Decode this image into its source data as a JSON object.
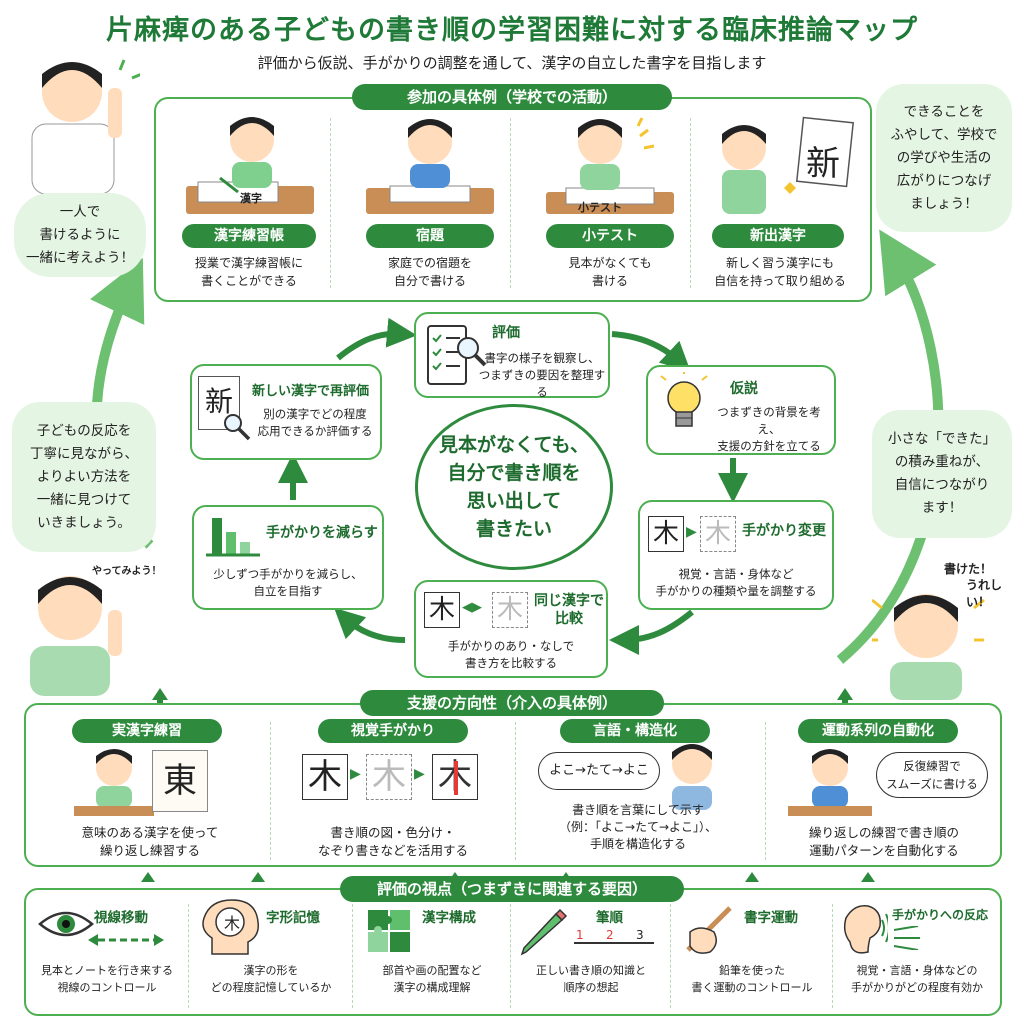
{
  "header": {
    "title": "片麻痺のある子どもの書き順の学習困難に対する臨床推論マップ",
    "subtitle": "評価から仮説、手がかりの調整を通して、漢字の自立した書字を目指します"
  },
  "participation": {
    "heading": "参加の具体例（学校での活動）",
    "items": [
      {
        "label": "漢字練習帳",
        "desc1": "授業で漢字練習帳に",
        "desc2": "書くことができる",
        "scene_text": "漢字"
      },
      {
        "label": "宿題",
        "desc1": "家庭での宿題を",
        "desc2": "自分で書ける",
        "scene_text": ""
      },
      {
        "label": "小テスト",
        "desc1": "見本がなくても",
        "desc2": "書ける",
        "scene_text": "小テスト"
      },
      {
        "label": "新出漢字",
        "desc1": "新しく習う漢字にも",
        "desc2": "自信を持って取り組める",
        "scene_text": "新"
      }
    ]
  },
  "bubbles": {
    "top_left": [
      "一人で",
      "書けるように",
      "一緒に考えよう！"
    ],
    "top_right": [
      "できることを",
      "ふやして、学校で",
      "の学びや生活の",
      "広がりにつなげ",
      "ましょう！"
    ],
    "mid_left": [
      "子どもの反応を",
      "丁寧に見ながら、",
      "よりよい方法を",
      "一緒に見つけて",
      "いきましょう。"
    ],
    "mid_right": [
      "小さな「できた」",
      "の積み重ねが、",
      "自信につながり",
      "ます！"
    ]
  },
  "exclaims": {
    "left_child": "やってみよう！",
    "right_child_1": "書けた！",
    "right_child_2": "うれしい！"
  },
  "cycle": {
    "center": [
      "見本がなくても、",
      "自分で書き順を",
      "思い出して",
      "書きたい"
    ],
    "nodes": {
      "eval": {
        "title": "評価",
        "desc1": "書字の様子を観察し、",
        "desc2": "つまずきの要因を整理する"
      },
      "hypothesis": {
        "title": "仮説",
        "desc1": "つまずきの背景を考え、",
        "desc2": "支援の方針を立てる"
      },
      "cue_change": {
        "title": "手がかり変更",
        "desc1": "視覚・言語・身体など",
        "desc2": "手がかりの種類や量を調整する"
      },
      "compare": {
        "title1": "同じ漢字で",
        "title2": "比較",
        "desc1": "手がかりのあり・なしで",
        "desc2": "書き方を比較する"
      },
      "reduce": {
        "title": "手がかりを減らす",
        "desc1": "少しずつ手がかりを減らし、",
        "desc2": "自立を目指す"
      },
      "reeval": {
        "title": "新しい漢字で再評価",
        "desc1": "別の漢字でどの程度",
        "desc2": "応用できるか評価する"
      }
    },
    "kanji_ki": "木",
    "kanji_shin": "新"
  },
  "support": {
    "heading": "支援の方向性（介入の具体例）",
    "items": [
      {
        "label": "実漢字練習",
        "desc1": "意味のある漢字を使って",
        "desc2": "繰り返し練習する",
        "kanji": "東"
      },
      {
        "label": "視覚手がかり",
        "desc1": "書き順の図・色分け・",
        "desc2": "なぞり書きなどを活用する",
        "kanji": "木"
      },
      {
        "label": "言語・構造化",
        "desc1": "書き順を言葉にして示す",
        "desc2": "（例：「よこ→たて→よこ」）、",
        "desc3": "手順を構造化する",
        "speech": "よこ→たて→よこ"
      },
      {
        "label": "運動系列の自動化",
        "desc1": "繰り返しの練習で書き順の",
        "desc2": "運動パターンを自動化する",
        "bubble1": "反復練習で",
        "bubble2": "スムーズに書ける"
      }
    ]
  },
  "evaluation": {
    "heading": "評価の視点（つまずきに関連する要因）",
    "items": [
      {
        "label": "視線移動",
        "desc1": "見本とノートを行き来する",
        "desc2": "視線のコントロール"
      },
      {
        "label": "字形記憶",
        "desc1": "漢字の形を",
        "desc2": "どの程度記憶しているか",
        "kanji": "木"
      },
      {
        "label": "漢字構成",
        "desc1": "部首や画の配置など",
        "desc2": "漢字の構成理解"
      },
      {
        "label": "筆順",
        "desc1": "正しい書き順の知識と",
        "desc2": "順序の想起",
        "steps": [
          "1",
          "2",
          "3"
        ]
      },
      {
        "label": "書字運動",
        "desc1": "鉛筆を使った",
        "desc2": "書く運動のコントロール"
      },
      {
        "label": "手がかりへの反応",
        "desc1": "視覚・言語・身体などの",
        "desc2": "手がかりがどの程度有効か"
      }
    ]
  },
  "colors": {
    "primary": "#2e8b3e",
    "title": "#1e7a36",
    "border": "#4caf50",
    "bubble": "#e5f5e3",
    "arrow": "#2e8b3e",
    "accent_red": "#e53935"
  }
}
